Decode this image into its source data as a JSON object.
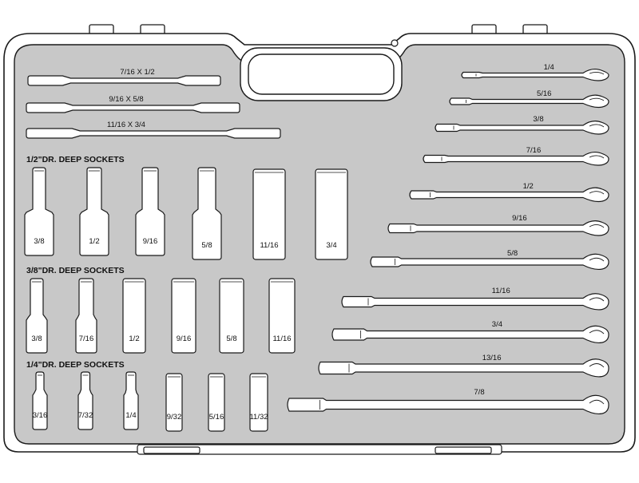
{
  "colors": {
    "tray": "#c8c8c8",
    "slot": "#ffffff",
    "outline": "#1a1a1a"
  },
  "extensions": [
    {
      "label": "7/16 X 1/2"
    },
    {
      "label": "9/16 X 5/8"
    },
    {
      "label": "11/16 X 3/4"
    }
  ],
  "half_inch": {
    "heading": "1/2\"DR. DEEP SOCKETS",
    "sockets": [
      "3/8",
      "1/2",
      "9/16",
      "5/8",
      "11/16",
      "3/4"
    ]
  },
  "three_eighths": {
    "heading": "3/8\"DR. DEEP SOCKETS",
    "sockets": [
      "3/8",
      "7/16",
      "1/2",
      "9/16",
      "5/8",
      "11/16"
    ]
  },
  "quarter_inch": {
    "heading": "1/4\"DR. DEEP SOCKETS",
    "sockets": [
      "3/16",
      "7/32",
      "1/4",
      "9/32",
      "5/16",
      "11/32"
    ]
  },
  "wrenches": [
    "1/4",
    "5/16",
    "3/8",
    "7/16",
    "1/2",
    "9/16",
    "5/8",
    "11/16",
    "3/4",
    "13/16",
    "7/8"
  ]
}
